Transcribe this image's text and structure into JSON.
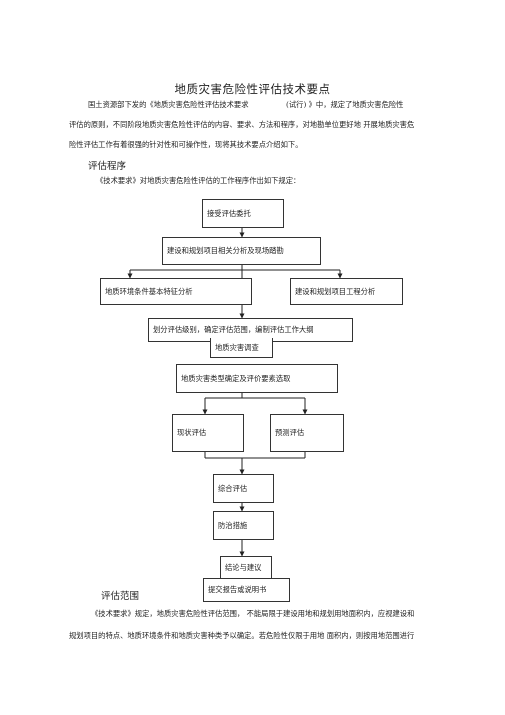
{
  "doc": {
    "title": "地质灾害危险性评估技术要点",
    "intro": {
      "line1_a": "国土资源部下发的《地质灾害危险性评估技术要求",
      "line1_b": "(试行) 》中，规定了地质灾害危险性",
      "line2": "评估的原则，不同阶段地质灾害危险性评估的内容、要求、方法和程序，对地勘单位更好地  开展地质灾害危",
      "line3": "险性评估工作有着很强的针对性和可操作性，现将其技术要点介绍如下。"
    },
    "section1": {
      "heading": "评估程序",
      "intro": "《技术要求》对地质灾害危险性评估的工作程序作出如下规定："
    },
    "flowchart": {
      "accept": "接受评估委托",
      "collect": "建设和规划项目相关分析及现场踏勘",
      "env": "地质环境条件基本特征分析",
      "project": "建设和规划项目工程分析",
      "grade": "划分评估级别，确定评估范围，编制评估工作大纲",
      "survey": "地质灾害调查",
      "types": "地质灾害类型确定及评价要素选取",
      "current": "现状评估",
      "predict": "预测评估",
      "comprehensive": "综合评估",
      "prevention": "防治措施",
      "conclusion": "结论与建议",
      "report": "提交报告或说明书"
    },
    "section2": {
      "heading": "评估范围",
      "line1": "《技术要求》规定，地质灾害危险性评估范围，  不能局限于建设用地和规划用地面积内，应视建设和",
      "line2": "规划项目的特点、地质环境条件和地质灾害种类予以确定。若危险性仅限于用地  面积内，则按用地范围进行"
    }
  }
}
